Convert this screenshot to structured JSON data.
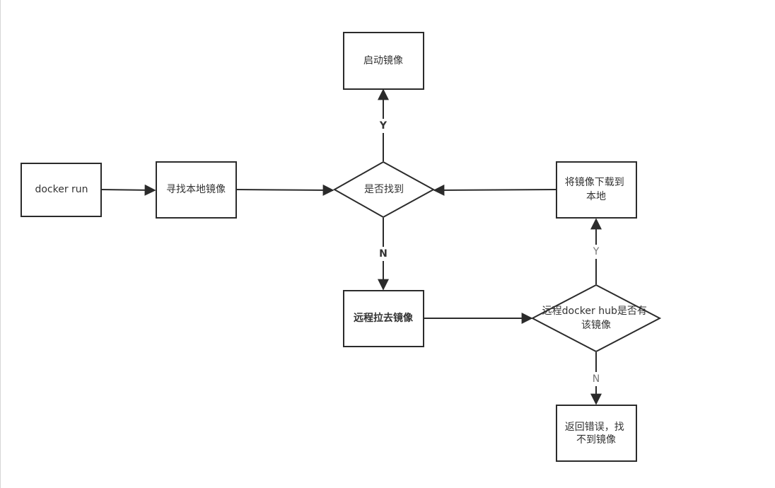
{
  "nodes": {
    "docker_run": [
      "docker run"
    ],
    "find_local": [
      "寻找本地镜像"
    ],
    "found": [
      "是否找到"
    ],
    "start": [
      "启动镜像"
    ],
    "download": [
      "将镜像下载到",
      "本地"
    ],
    "remote_pull": [
      "远程拉去镜像"
    ],
    "hub_has": [
      "远程docker hub是否有",
      "该镜像"
    ],
    "error": [
      "返回错误，找",
      "不到镜像"
    ]
  },
  "edge_labels": {
    "found_yes": "Y",
    "found_no": "N",
    "hub_yes": "Y",
    "hub_no": "N"
  },
  "colors": {
    "stroke": "#2b2b2b",
    "text": "#333333",
    "light_label": "#777777",
    "background": "#ffffff"
  }
}
